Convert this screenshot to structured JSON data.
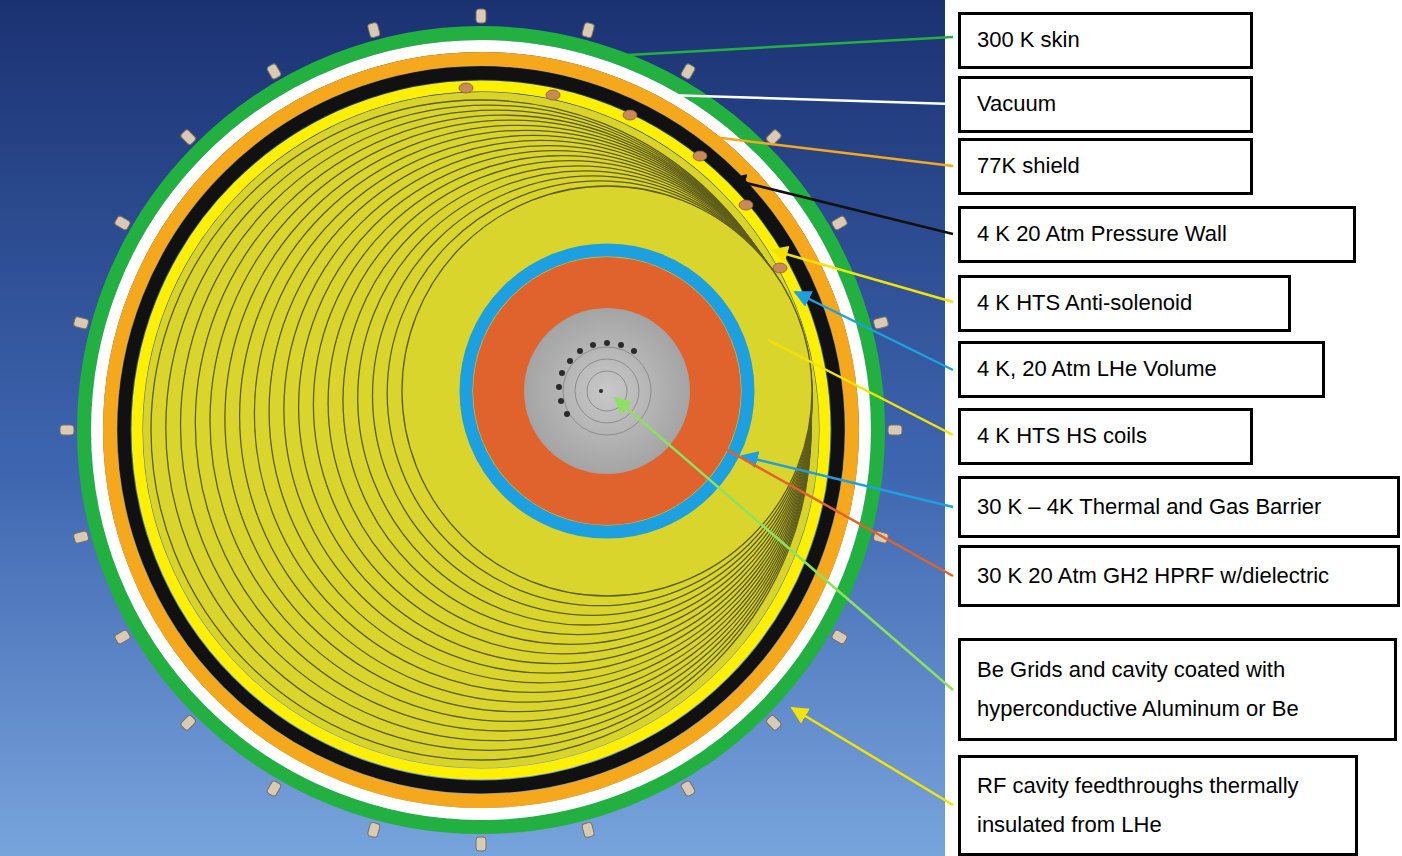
{
  "diagram": {
    "nodes": [
      {
        "text": [
          "300 K skin"
        ]
      },
      {
        "text": [
          "Vacuum"
        ]
      },
      {
        "text": [
          "77K shield"
        ]
      },
      {
        "text": [
          "4 K 20 Atm Pressure Wall"
        ]
      },
      {
        "text": [
          "4 K HTS Anti-solenoid"
        ]
      },
      {
        "text": [
          "4 K, 20 Atm LHe Volume"
        ]
      },
      {
        "text": [
          "4 K HTS HS coils"
        ]
      },
      {
        "text": [
          "30 K – 4K Thermal and Gas Barrier"
        ]
      },
      {
        "text": [
          "30 K 20 Atm GH2 HPRF w/dielectric"
        ]
      },
      {
        "text": [
          "Be Grids and cavity coated with hyperconductive Aluminum or Be"
        ]
      },
      {
        "text": [
          "RF cavity feedthroughs thermally insulated from LHe"
        ]
      }
    ]
  }
}
